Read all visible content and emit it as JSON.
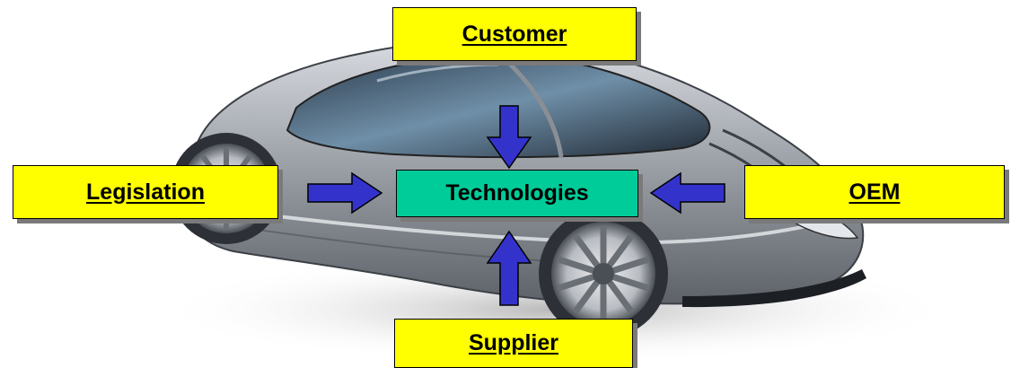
{
  "diagram": {
    "center": {
      "label": "Technologies",
      "color": "#00cc99"
    },
    "influences": [
      {
        "id": "customer",
        "label": "Customer",
        "direction": "down"
      },
      {
        "id": "legislation",
        "label": "Legislation",
        "direction": "right"
      },
      {
        "id": "oem",
        "label": "OEM",
        "direction": "left"
      },
      {
        "id": "supplier",
        "label": "Supplier",
        "direction": "up"
      }
    ],
    "box_color": "#ffff00",
    "arrow_color": "#3333cc",
    "background_image": "sports-car-sketch"
  }
}
